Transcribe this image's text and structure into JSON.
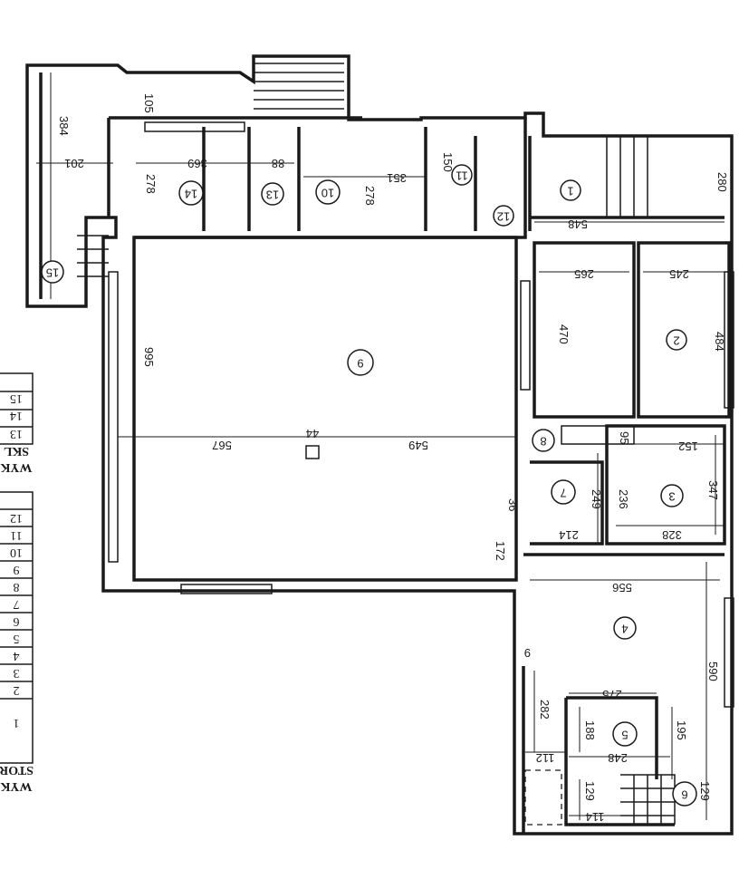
{
  "plan": {
    "rooms": [
      "1",
      "2",
      "3",
      "4",
      "5",
      "6",
      "7",
      "8",
      "9",
      "10",
      "11",
      "12",
      "13",
      "14",
      "15"
    ],
    "dimensions": {
      "d384": "384",
      "d105": "105",
      "d201": "201",
      "d369": "369",
      "d88": "88",
      "d278a": "278",
      "d351": "351",
      "d278b": "278",
      "d150": "150",
      "d548": "548",
      "d280": "280",
      "d265": "265",
      "d245": "245",
      "d470": "470",
      "d484": "484",
      "d995": "995",
      "d567": "567",
      "d549": "549",
      "d44": "44",
      "d95": "95",
      "d152": "152",
      "d347": "347",
      "d249": "249",
      "d236": "236",
      "d328": "328",
      "d214": "214",
      "d36": "36",
      "d172": "172",
      "d556": "556",
      "d9": "9",
      "d590": "590",
      "d282": "282",
      "d275": "275",
      "d188": "188",
      "d195": "195",
      "d248": "248",
      "d112": "112",
      "d129a": "129",
      "d114": "114",
      "d129b": "129"
    }
  },
  "legend": {
    "table1": {
      "heading": "WYK",
      "subheading": "SKL",
      "rows": [
        "13",
        "14",
        "15"
      ]
    },
    "table2": {
      "heading": "WYK",
      "subheading": "STOR",
      "rows": [
        "1",
        "2",
        "3",
        "4",
        "5",
        "6",
        "7",
        "8",
        "9",
        "10",
        "11",
        "12"
      ]
    }
  }
}
